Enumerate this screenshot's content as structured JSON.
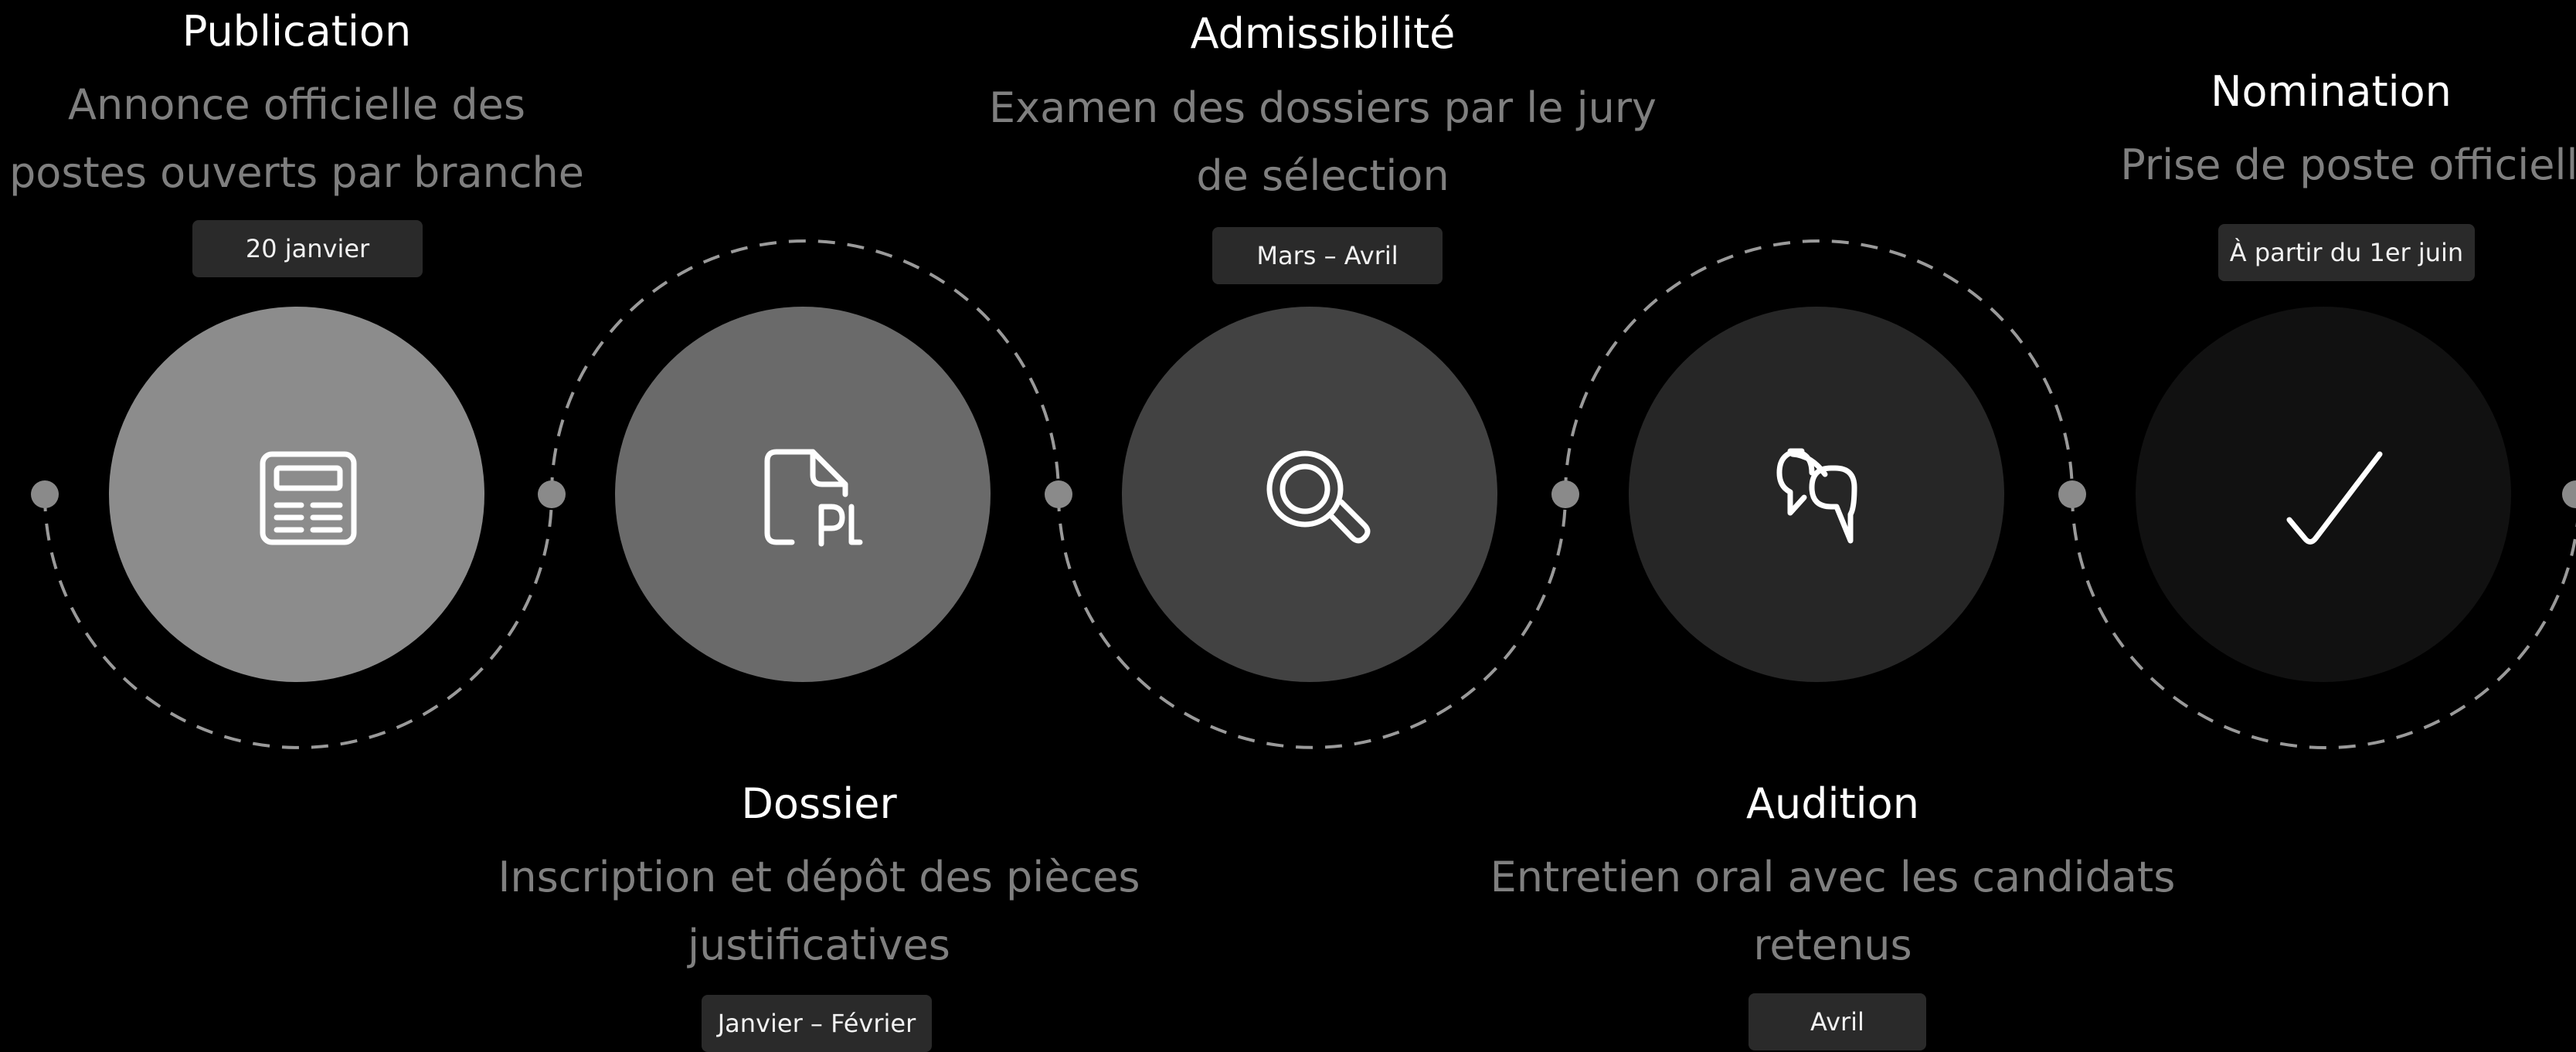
{
  "steps": [
    {
      "title": "Publication",
      "description": "Annonce officielle des postes ouverts par branche",
      "date": "20 janvier",
      "icon": "newspaper-icon",
      "circle_color": "#8c8c8c"
    },
    {
      "title": "Dossier",
      "description": "Inscription et dépôt des pièces justificatives",
      "date": "Janvier – Février",
      "icon": "file-pl-icon",
      "circle_color": "#6a6a6a"
    },
    {
      "title": "Admissibilité",
      "description": "Examen des dossiers par le jury de sélection",
      "date": "Mars – Avril",
      "icon": "search-icon",
      "circle_color": "#424242"
    },
    {
      "title": "Audition",
      "description": "Entretien oral avec les candidats retenus",
      "date": "Avril",
      "icon": "chat-bubbles-icon",
      "circle_color": "#262626"
    },
    {
      "title": "Nomination",
      "description": "Prise de poste officielle",
      "date": "À partir du 1er juin",
      "icon": "checkmark-icon",
      "circle_color": "#111111"
    }
  ],
  "colors": {
    "background": "#000000",
    "title": "#ffffff",
    "description": "#7f7f7f",
    "badge_background": "#2a2a2a",
    "badge_text": "#f2f2f2",
    "connector": "#9a9a9a",
    "node": "#8a8a8a"
  }
}
